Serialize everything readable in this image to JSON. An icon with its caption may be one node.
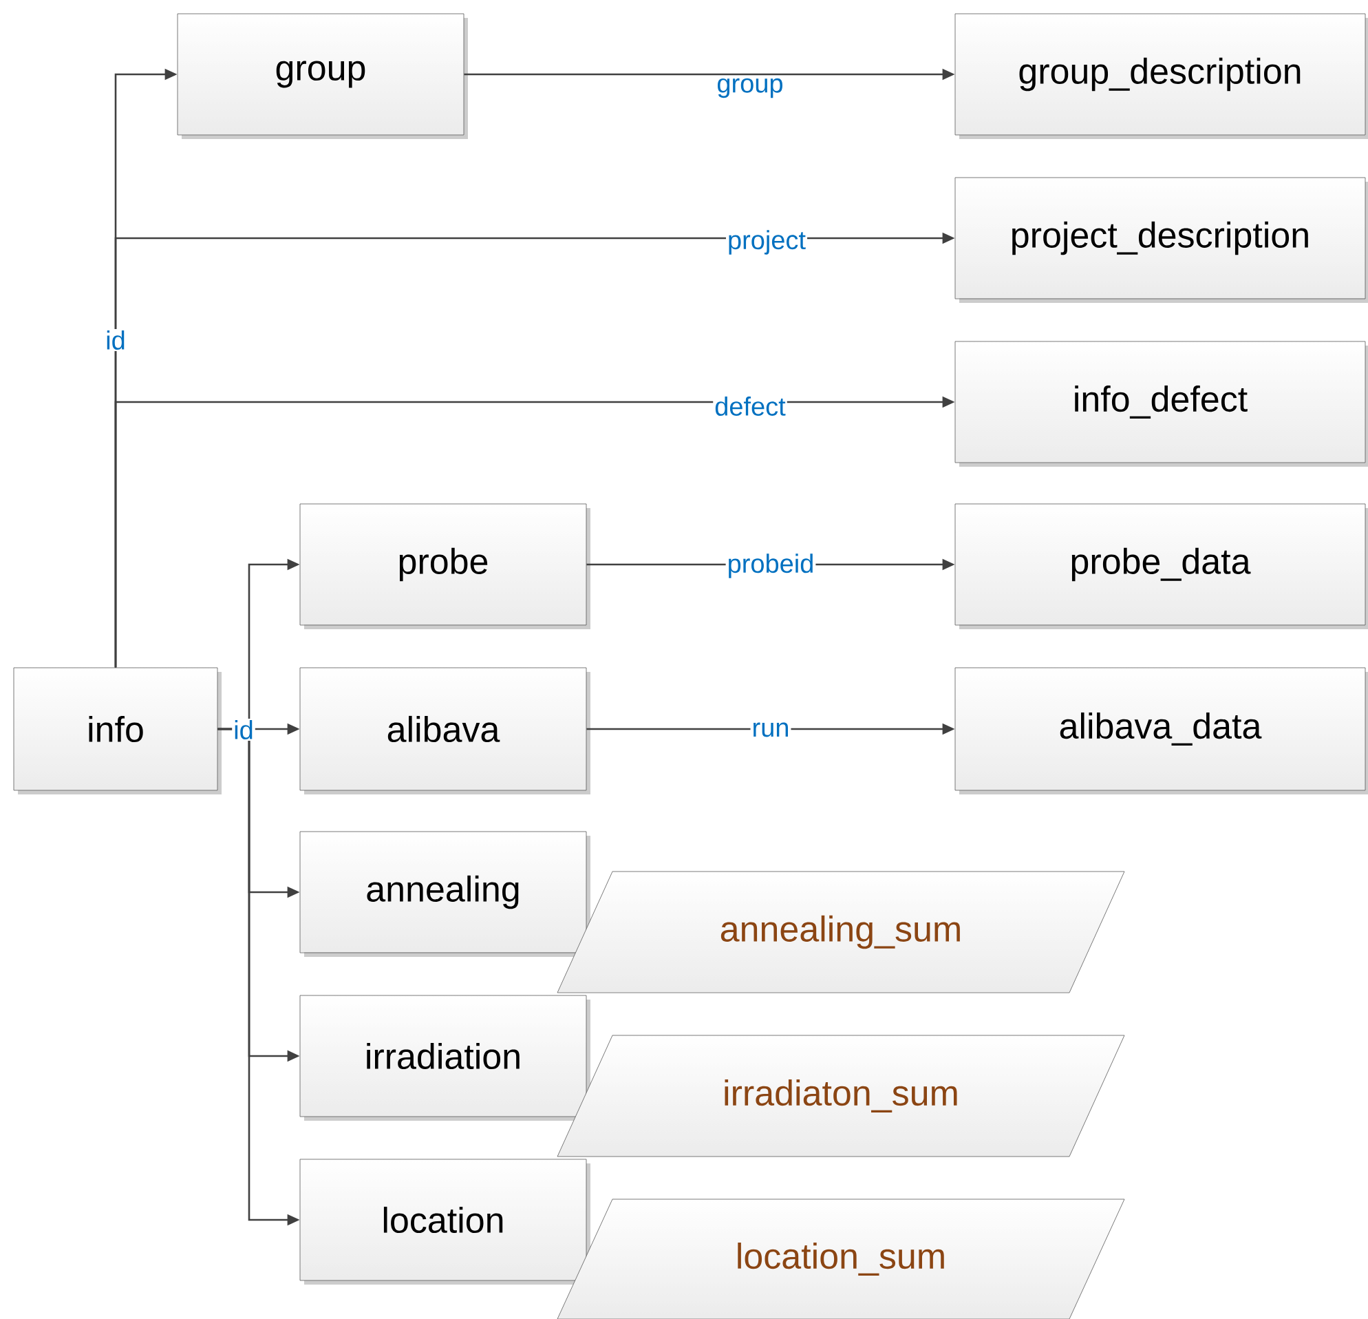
{
  "diagram": {
    "nodes": [
      {
        "text": [
          "group"
        ]
      },
      {
        "text": [
          "group_description"
        ]
      },
      {
        "text": [
          "project_description"
        ]
      },
      {
        "text": [
          "info_defect"
        ]
      },
      {
        "text": [
          "probe"
        ]
      },
      {
        "text": [
          "probe_data"
        ]
      },
      {
        "text": [
          "info"
        ]
      },
      {
        "text": [
          "alibava"
        ]
      },
      {
        "text": [
          "alibava_data"
        ]
      },
      {
        "text": [
          "annealing"
        ]
      },
      {
        "text": [
          "annealing_sum"
        ]
      },
      {
        "text": [
          "irradiation"
        ]
      },
      {
        "text": [
          "irradiaton_sum"
        ]
      },
      {
        "text": [
          "location"
        ]
      },
      {
        "text": [
          "location_sum"
        ]
      }
    ],
    "edges": [
      {
        "from": 6,
        "to": 0,
        "arrow": "to",
        "label": "id"
      },
      {
        "from": 0,
        "to": 1,
        "arrow": "to",
        "label": "group"
      },
      {
        "from": 6,
        "to": 2,
        "arrow": "to",
        "label": "project"
      },
      {
        "from": 6,
        "to": 3,
        "arrow": "to",
        "label": "defect"
      },
      {
        "from": 6,
        "to": 4,
        "arrow": "to"
      },
      {
        "from": 6,
        "to": 7,
        "arrow": "to",
        "label": "id"
      },
      {
        "from": 6,
        "to": 9,
        "arrow": "to"
      },
      {
        "from": 6,
        "to": 11,
        "arrow": "to"
      },
      {
        "from": 6,
        "to": 13,
        "arrow": "to"
      },
      {
        "from": 4,
        "to": 5,
        "arrow": "to",
        "label": "probeid"
      },
      {
        "from": 7,
        "to": 8,
        "arrow": "to",
        "label": "run"
      }
    ]
  }
}
